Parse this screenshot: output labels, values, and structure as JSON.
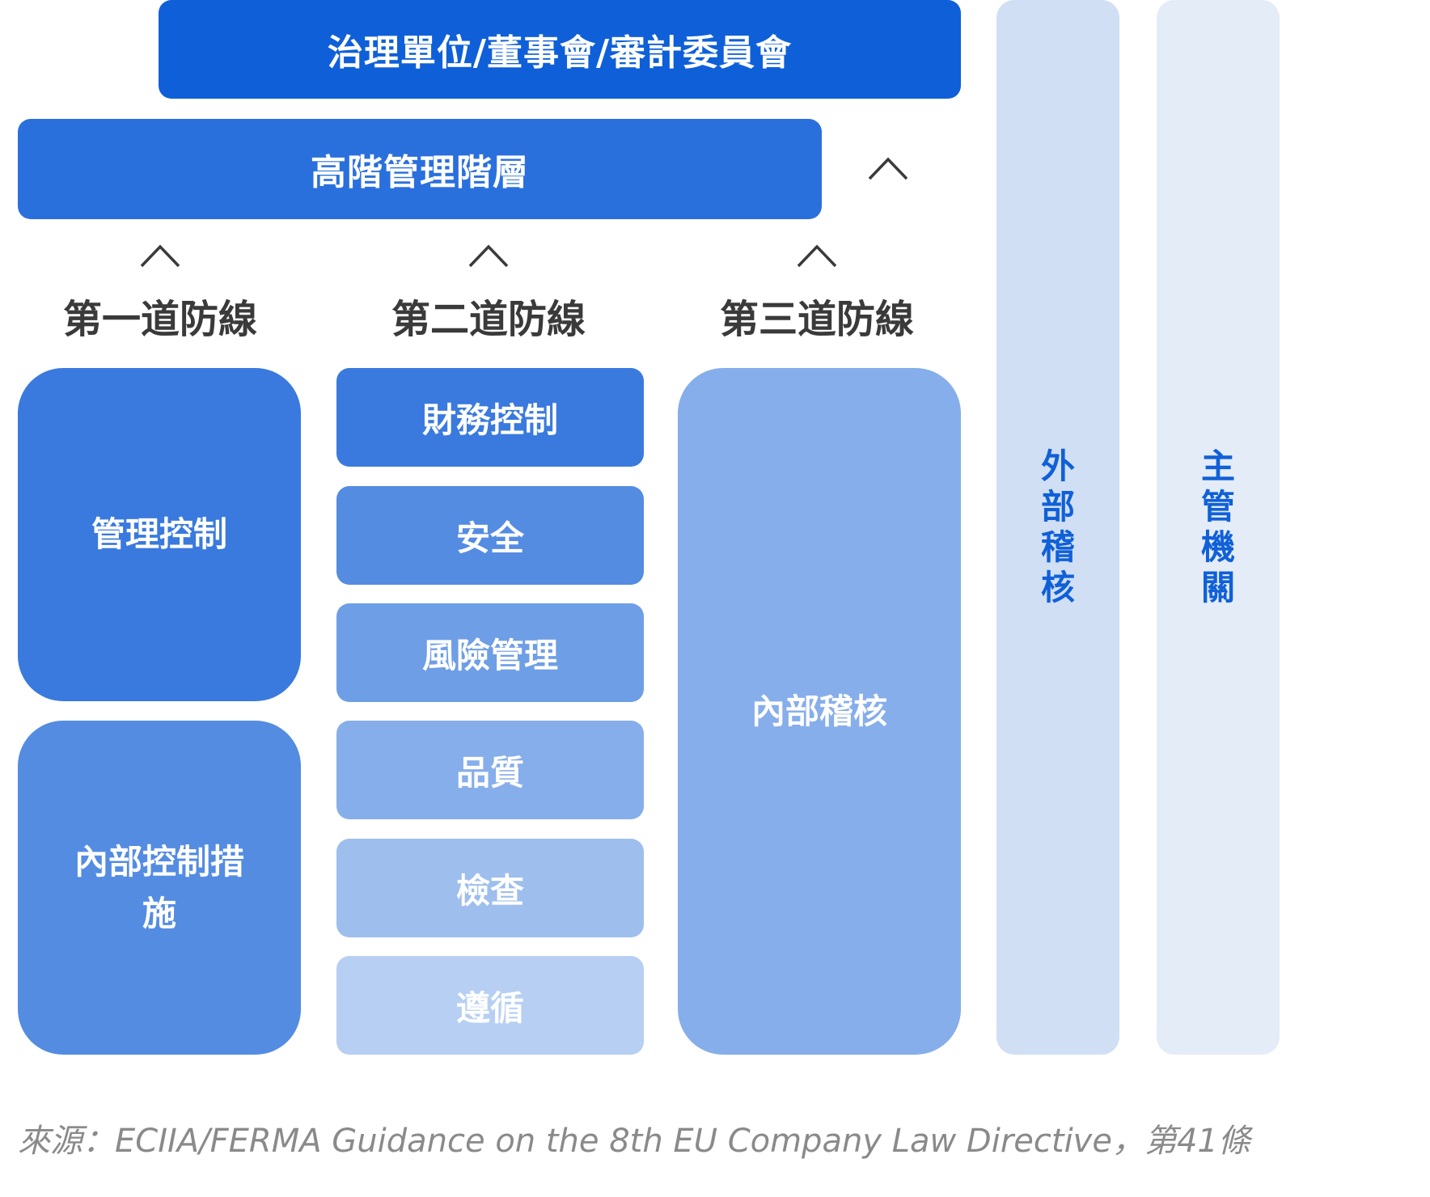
{
  "diagram": {
    "governance": "治理單位/董事會/審計委員會",
    "senior_management": "高階管理階層",
    "lines": {
      "first": {
        "title": "第一道防線",
        "boxes": [
          "管理控制",
          "內部控制措施"
        ]
      },
      "second": {
        "title": "第二道防線",
        "boxes": [
          "財務控制",
          "安全",
          "風險管理",
          "品質",
          "檢查",
          "遵循"
        ]
      },
      "third": {
        "title": "第三道防線",
        "boxes": [
          "內部稽核"
        ]
      }
    },
    "external_audit": "外部稽核",
    "regulator": "主管機關",
    "source_note": "來源：ECIIA/FERMA Guidance on the 8th EU Company Law Directive，第41條"
  },
  "colors": {
    "governance": "#0f60d8",
    "senior_management": "#2a70dc",
    "first_line_box1": "#3a7ade",
    "first_line_box2": "#548ce2",
    "second_line": [
      "#3a7ade",
      "#548ce2",
      "#6e9ee6",
      "#86aeea",
      "#9ebeee",
      "#b6cff3"
    ],
    "third_line": "#86aeea",
    "external_audit_bg": "#d0dff4",
    "regulator_bg": "#e4ecf8",
    "vertical_text": "#1060d8",
    "title_text": "#3a3a3a",
    "footnote_text": "#8a8a8a"
  },
  "icons": [
    "caret-up-icon"
  ]
}
